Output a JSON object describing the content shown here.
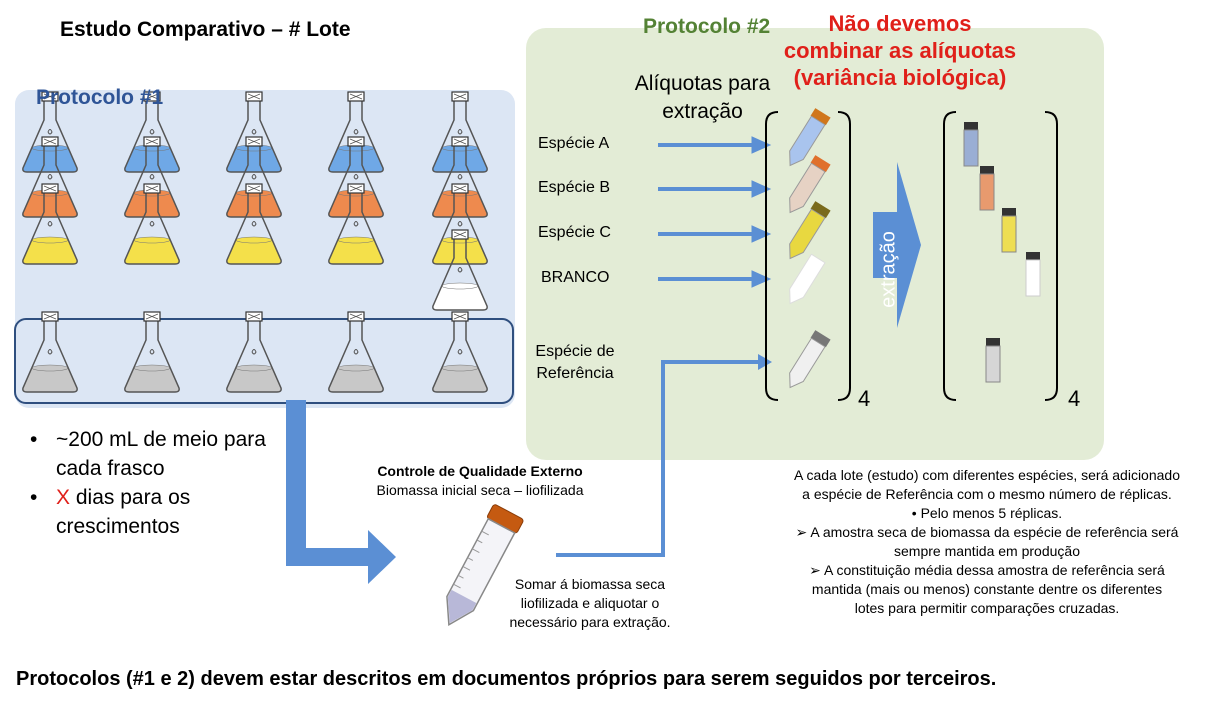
{
  "title": "Estudo Comparativo – # Lote",
  "protocol1": {
    "title": "Protocolo #1",
    "bullets": [
      {
        "text": "~200 mL de meio para cada frasco",
        "highlight": ""
      },
      {
        "highlight": "X",
        "text": " dias para os crescimentos"
      }
    ]
  },
  "protocol2": {
    "title": "Protocolo #2",
    "warning_line1": "Não devemos",
    "warning_line2": "combinar as alíquotas",
    "warning_line3": "(variância biológica)",
    "aliquots_line1": "Alíquotas para",
    "aliquots_line2": "extração",
    "species": [
      "Espécie A",
      "Espécie B",
      "Espécie C",
      "BRANCO"
    ],
    "reference_line1": "Espécie de",
    "reference_line2": "Referência",
    "extraction_label": "extração",
    "replicates_left": "4",
    "replicates_right": "4"
  },
  "qc": {
    "title": "Controle de Qualidade Externo",
    "subtitle": "Biomassa inicial seca – liofilizada",
    "note_line1": "Somar á biomassa seca",
    "note_line2": "liofilizada e aliquotar o",
    "note_line3": "necessário para extração."
  },
  "notes": {
    "line1": "A cada lote (estudo) com diferentes espécies, será adicionado",
    "line2": "a espécie de Referência com o mesmo número de réplicas.",
    "line3": "•   Pelo menos 5 réplicas.",
    "line4": "➢  A amostra seca de biomassa da espécie de referência será",
    "line5": "sempre mantida em produção",
    "line6": "➢  A constituição média dessa amostra de referência será",
    "line7": "mantida (mais ou menos) constante dentre os diferentes",
    "line8": "lotes para permitir comparações cruzadas."
  },
  "footer": "Protocolos (#1 e 2) devem estar descritos em documentos próprios para serem seguidos por terceiros.",
  "colors": {
    "panel1_bg": "#dce6f4",
    "panel2_bg": "#e3ecd6",
    "arrow_blue": "#5b8fd4",
    "culture_blue": "#6fa8e6",
    "culture_orange": "#ee8a4e",
    "culture_yellow": "#f4e04a",
    "culture_gray": "#c8c8c8",
    "warning_red": "#e0201a"
  }
}
